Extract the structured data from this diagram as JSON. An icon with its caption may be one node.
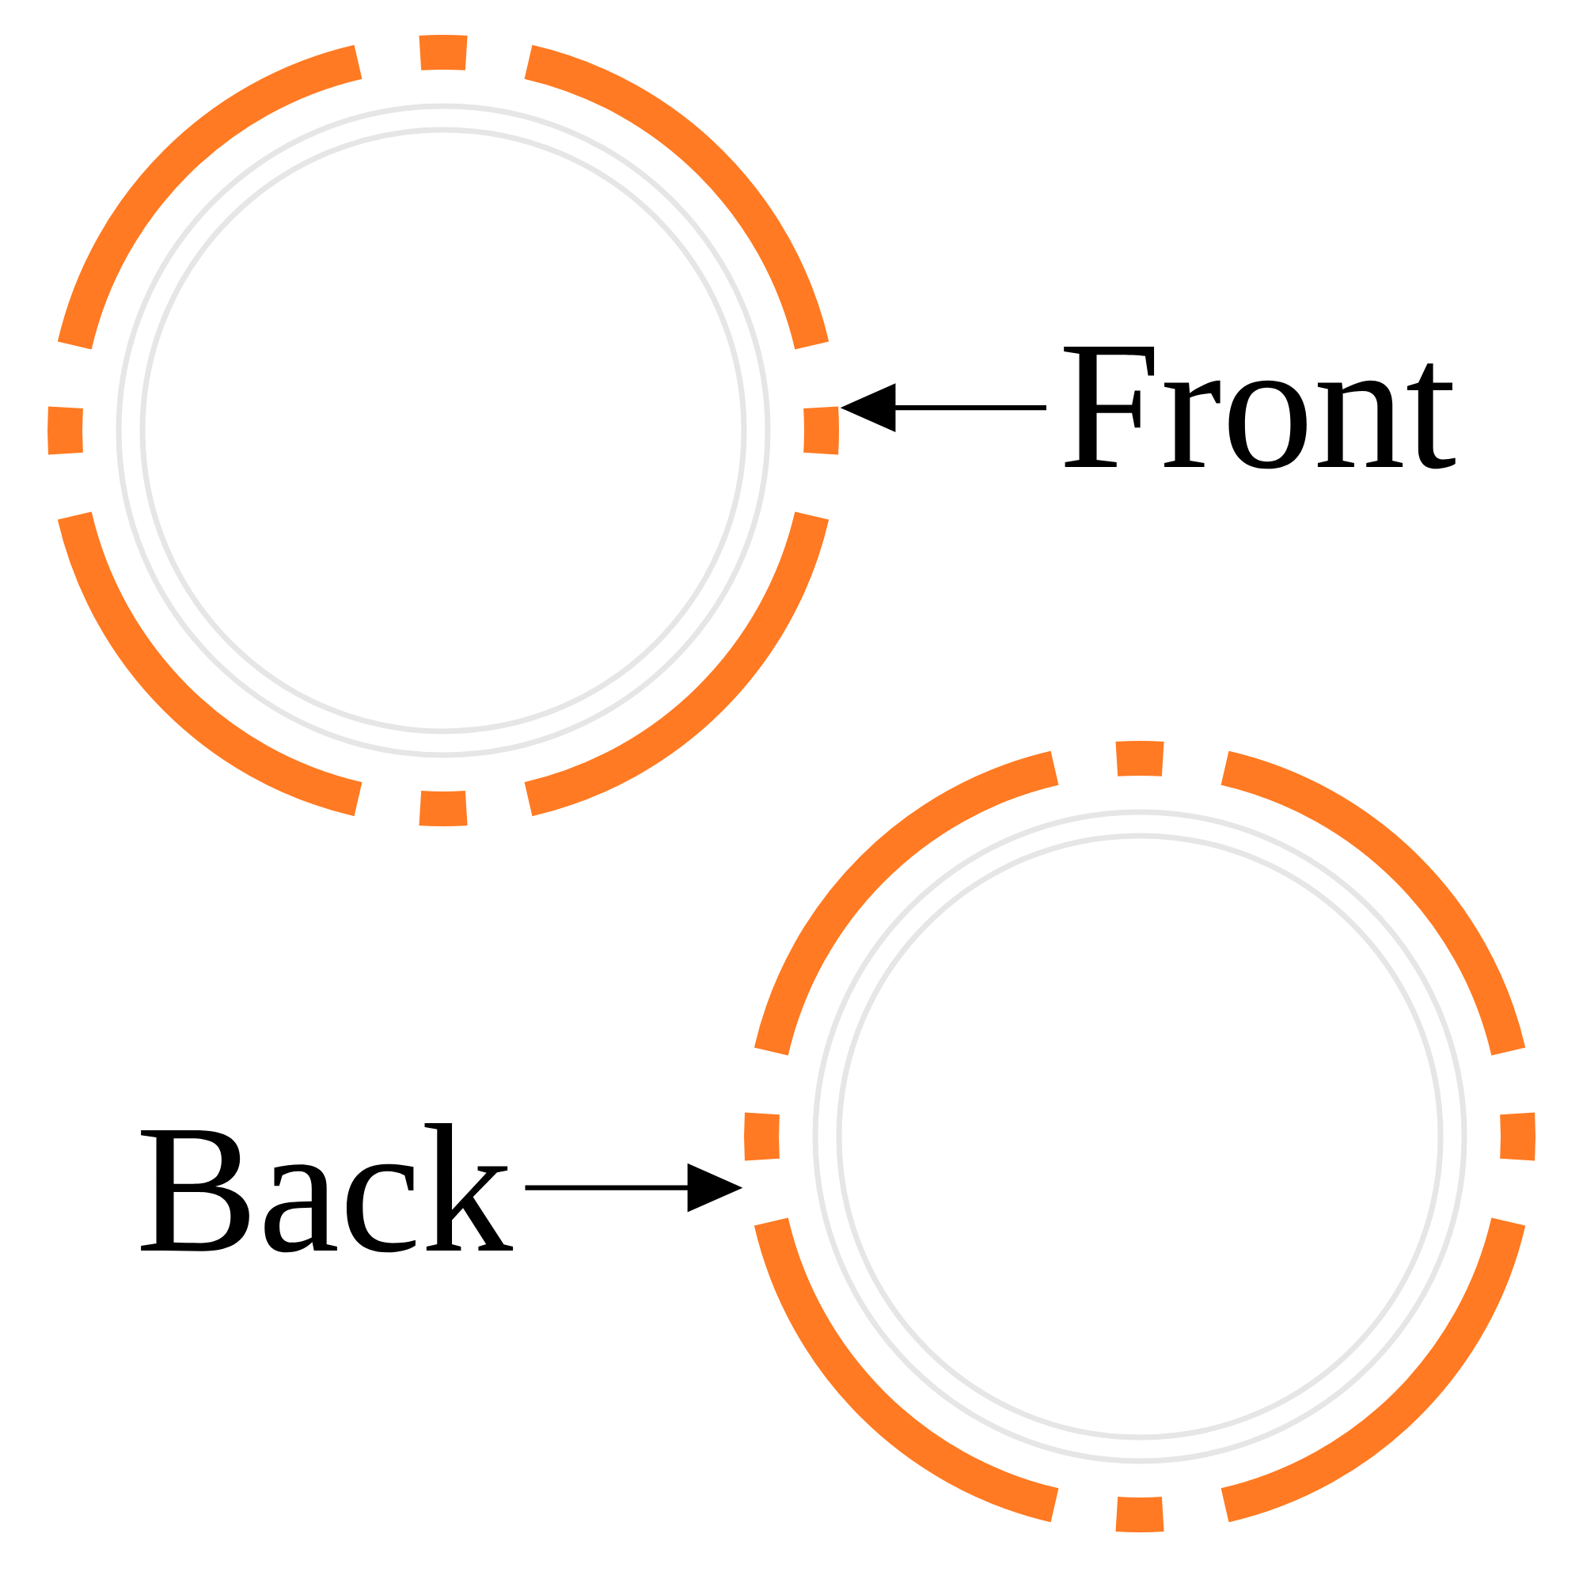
{
  "diagram": {
    "nodes": [
      {
        "text": [],
        "shape": "circle"
      },
      {
        "text": [
          "Front"
        ]
      },
      {
        "text": [],
        "shape": "circle"
      },
      {
        "text": [
          "Back"
        ]
      }
    ],
    "edges": [
      {
        "from": 1,
        "to": 0,
        "arrow": "to"
      },
      {
        "from": 3,
        "to": 2,
        "arrow": "to"
      }
    ]
  }
}
